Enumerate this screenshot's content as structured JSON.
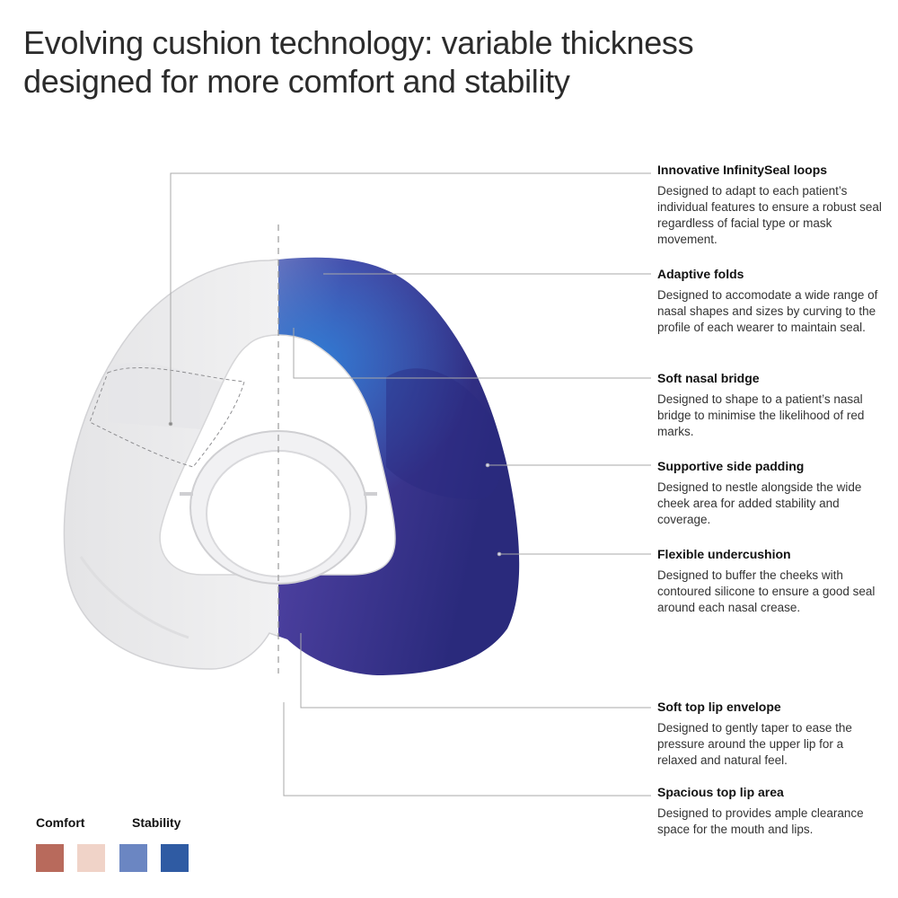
{
  "title": {
    "line1": "Evolving cushion technology: variable thickness",
    "line2": "designed for more comfort and stability"
  },
  "callouts": [
    {
      "heading": "Innovative InfinitySeal loops",
      "body": "Designed to adapt to each patient’s individual features to ensure a robust seal regardless of facial type or mask movement."
    },
    {
      "heading": "Adaptive folds",
      "body": "Designed to accomodate a wide range of nasal shapes and sizes by curving to the profile of each wearer to maintain seal."
    },
    {
      "heading": "Soft nasal bridge",
      "body": "Designed to shape to a patient’s nasal bridge to minimise the likelihood of red marks."
    },
    {
      "heading": "Supportive side padding",
      "body": "Designed to nestle alongside the wide cheek area for added stability and coverage."
    },
    {
      "heading": "Flexible undercushion",
      "body": "Designed to buffer the cheeks with contoured silicone to ensure a good seal around each nasal crease."
    },
    {
      "heading": "Soft top lip envelope",
      "body": "Designed to gently taper to ease the pressure around the upper lip for a relaxed and natural feel."
    },
    {
      "heading": "Spacious top lip area",
      "body": "Designed to provides ample clearance space for the mouth and lips."
    }
  ],
  "legend": {
    "comfort_label": "Comfort",
    "stability_label": "Stability",
    "colors": [
      "#b86a5c",
      "#f0d3c8",
      "#6b86c2",
      "#2f5ba3"
    ]
  }
}
